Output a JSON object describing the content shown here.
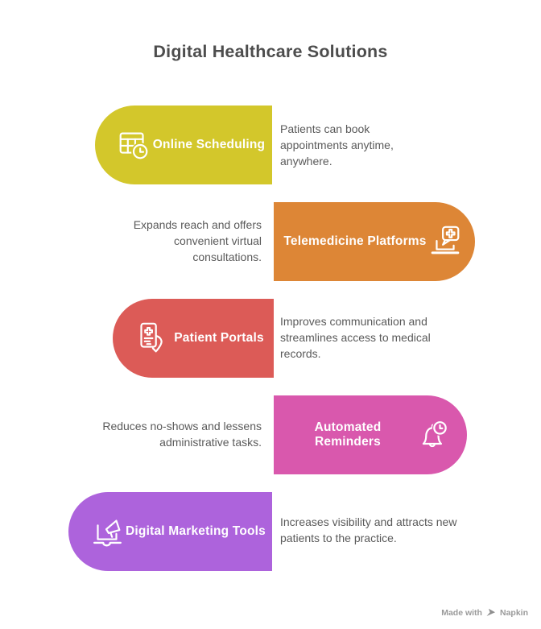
{
  "page": {
    "title": "Digital Healthcare Solutions",
    "background": "#ffffff"
  },
  "items": [
    {
      "label": "Online Scheduling",
      "description": "Patients can book appointments anytime, anywhere.",
      "color": "#d3c72b",
      "icon": "calendar-clock-icon",
      "side": "left"
    },
    {
      "label": "Telemedicine Platforms",
      "description": "Expands reach and offers convenient virtual consultations.",
      "color": "#dd8636",
      "icon": "laptop-medical-chat-icon",
      "side": "right"
    },
    {
      "label": "Patient Portals",
      "description": "Improves communication and streamlines access to medical records.",
      "color": "#dc5b57",
      "icon": "hand-tablet-medical-icon",
      "side": "left"
    },
    {
      "label": "Automated Reminders",
      "description": "Reduces no-shows and lessens administrative tasks.",
      "color": "#d958ad",
      "icon": "bell-clock-icon",
      "side": "right"
    },
    {
      "label": "Digital Marketing Tools",
      "description": "Increases visibility and attracts new patients to the practice.",
      "color": "#ad63dc",
      "icon": "laptop-megaphone-icon",
      "side": "left"
    }
  ],
  "watermark": {
    "prefix": "Made with",
    "brand": "Napkin"
  },
  "text_color": "#5a5a5a",
  "title_color": "#4d4d4d"
}
